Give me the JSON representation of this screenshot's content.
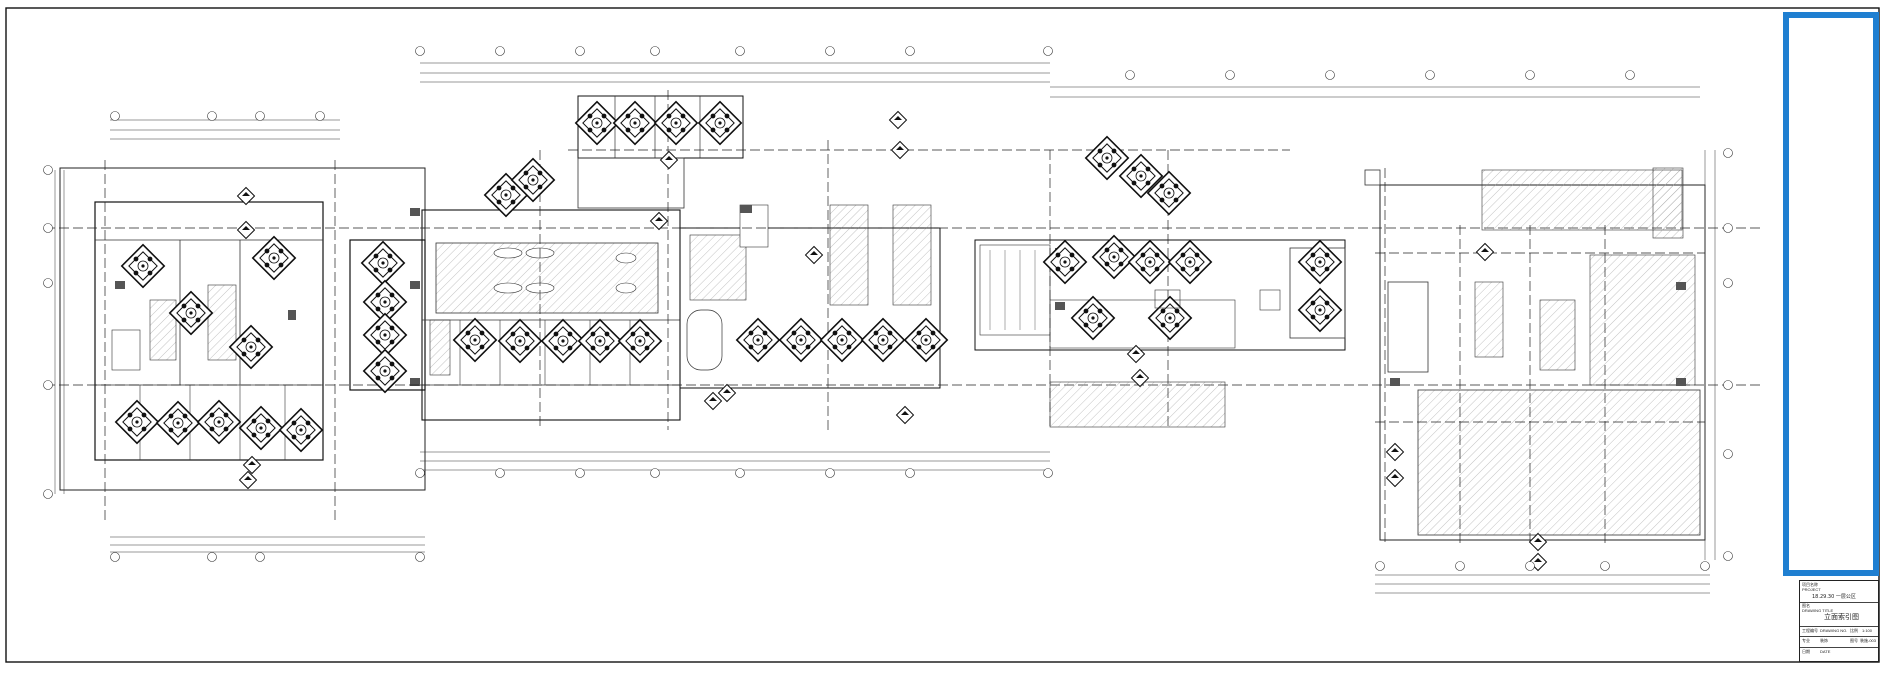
{
  "drawing": {
    "title_block": {
      "project_label_cn": "项目名称",
      "project_label_en": "PROJECT",
      "project_name": "18.29.30 一层公区",
      "drawing_label_cn": "图名",
      "drawing_label_en": "DRAWING TITLE",
      "drawing_title": "立面索引图",
      "row_a_label": "工程编号",
      "row_a_value": "DRAWING NO.",
      "row_b_label": "专业",
      "row_b_value": "装饰",
      "row_c_label": "比例",
      "row_c_value": "1:100",
      "row_d_label": "日期",
      "row_d_value": "DATE",
      "sheet_label": "图号",
      "sheet_value": "装施-003"
    },
    "colors": {
      "frame": "#1f7fd1",
      "linework": "#1a1a1a",
      "hatch": "#8a8a8a",
      "dark_block": "#555555"
    }
  }
}
